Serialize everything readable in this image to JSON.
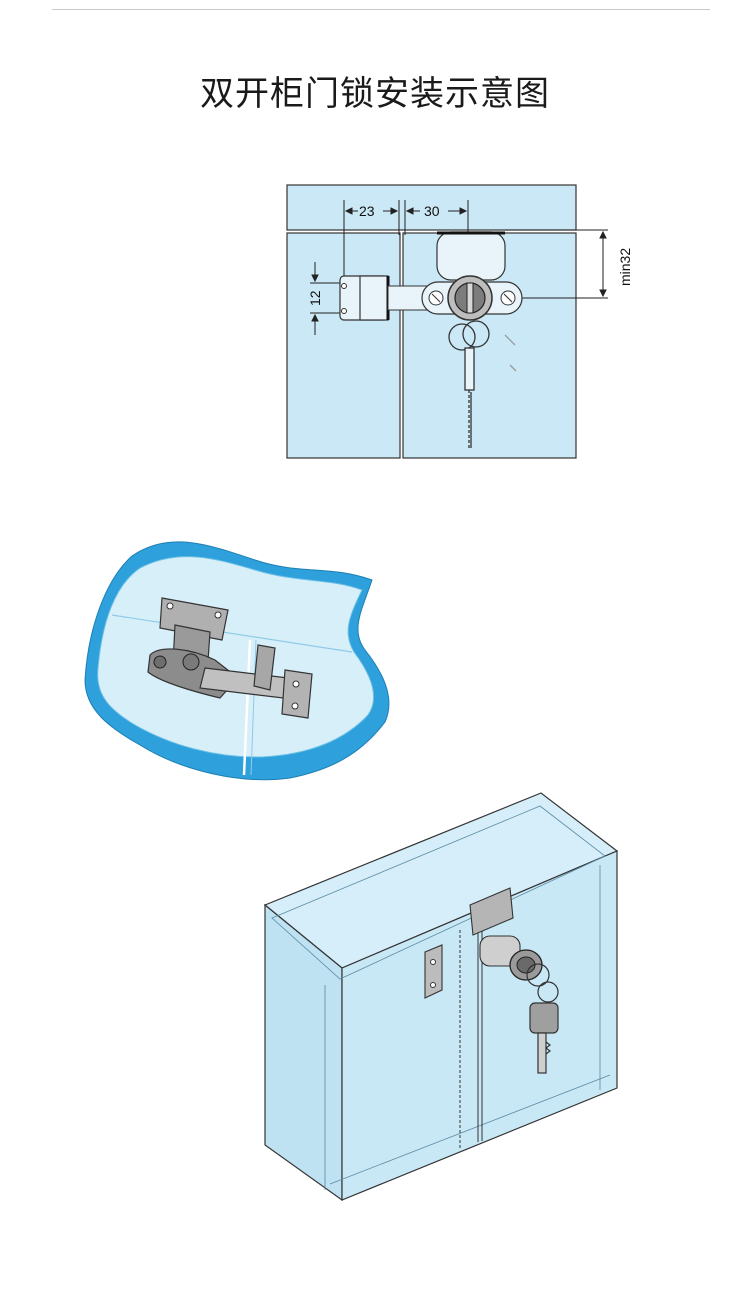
{
  "title": "双开柜门锁安装示意图",
  "dimensions": {
    "hole_spacing_left": "23",
    "hole_spacing_right": "30",
    "hole_vertical": "12",
    "min_height": "min32"
  },
  "colors": {
    "glass_fill": "#cbe8f6",
    "glass_edge": "#3aa6d9",
    "line": "#333333",
    "metal": "#a9a9a9",
    "metal_dark": "#6e6e6e"
  }
}
